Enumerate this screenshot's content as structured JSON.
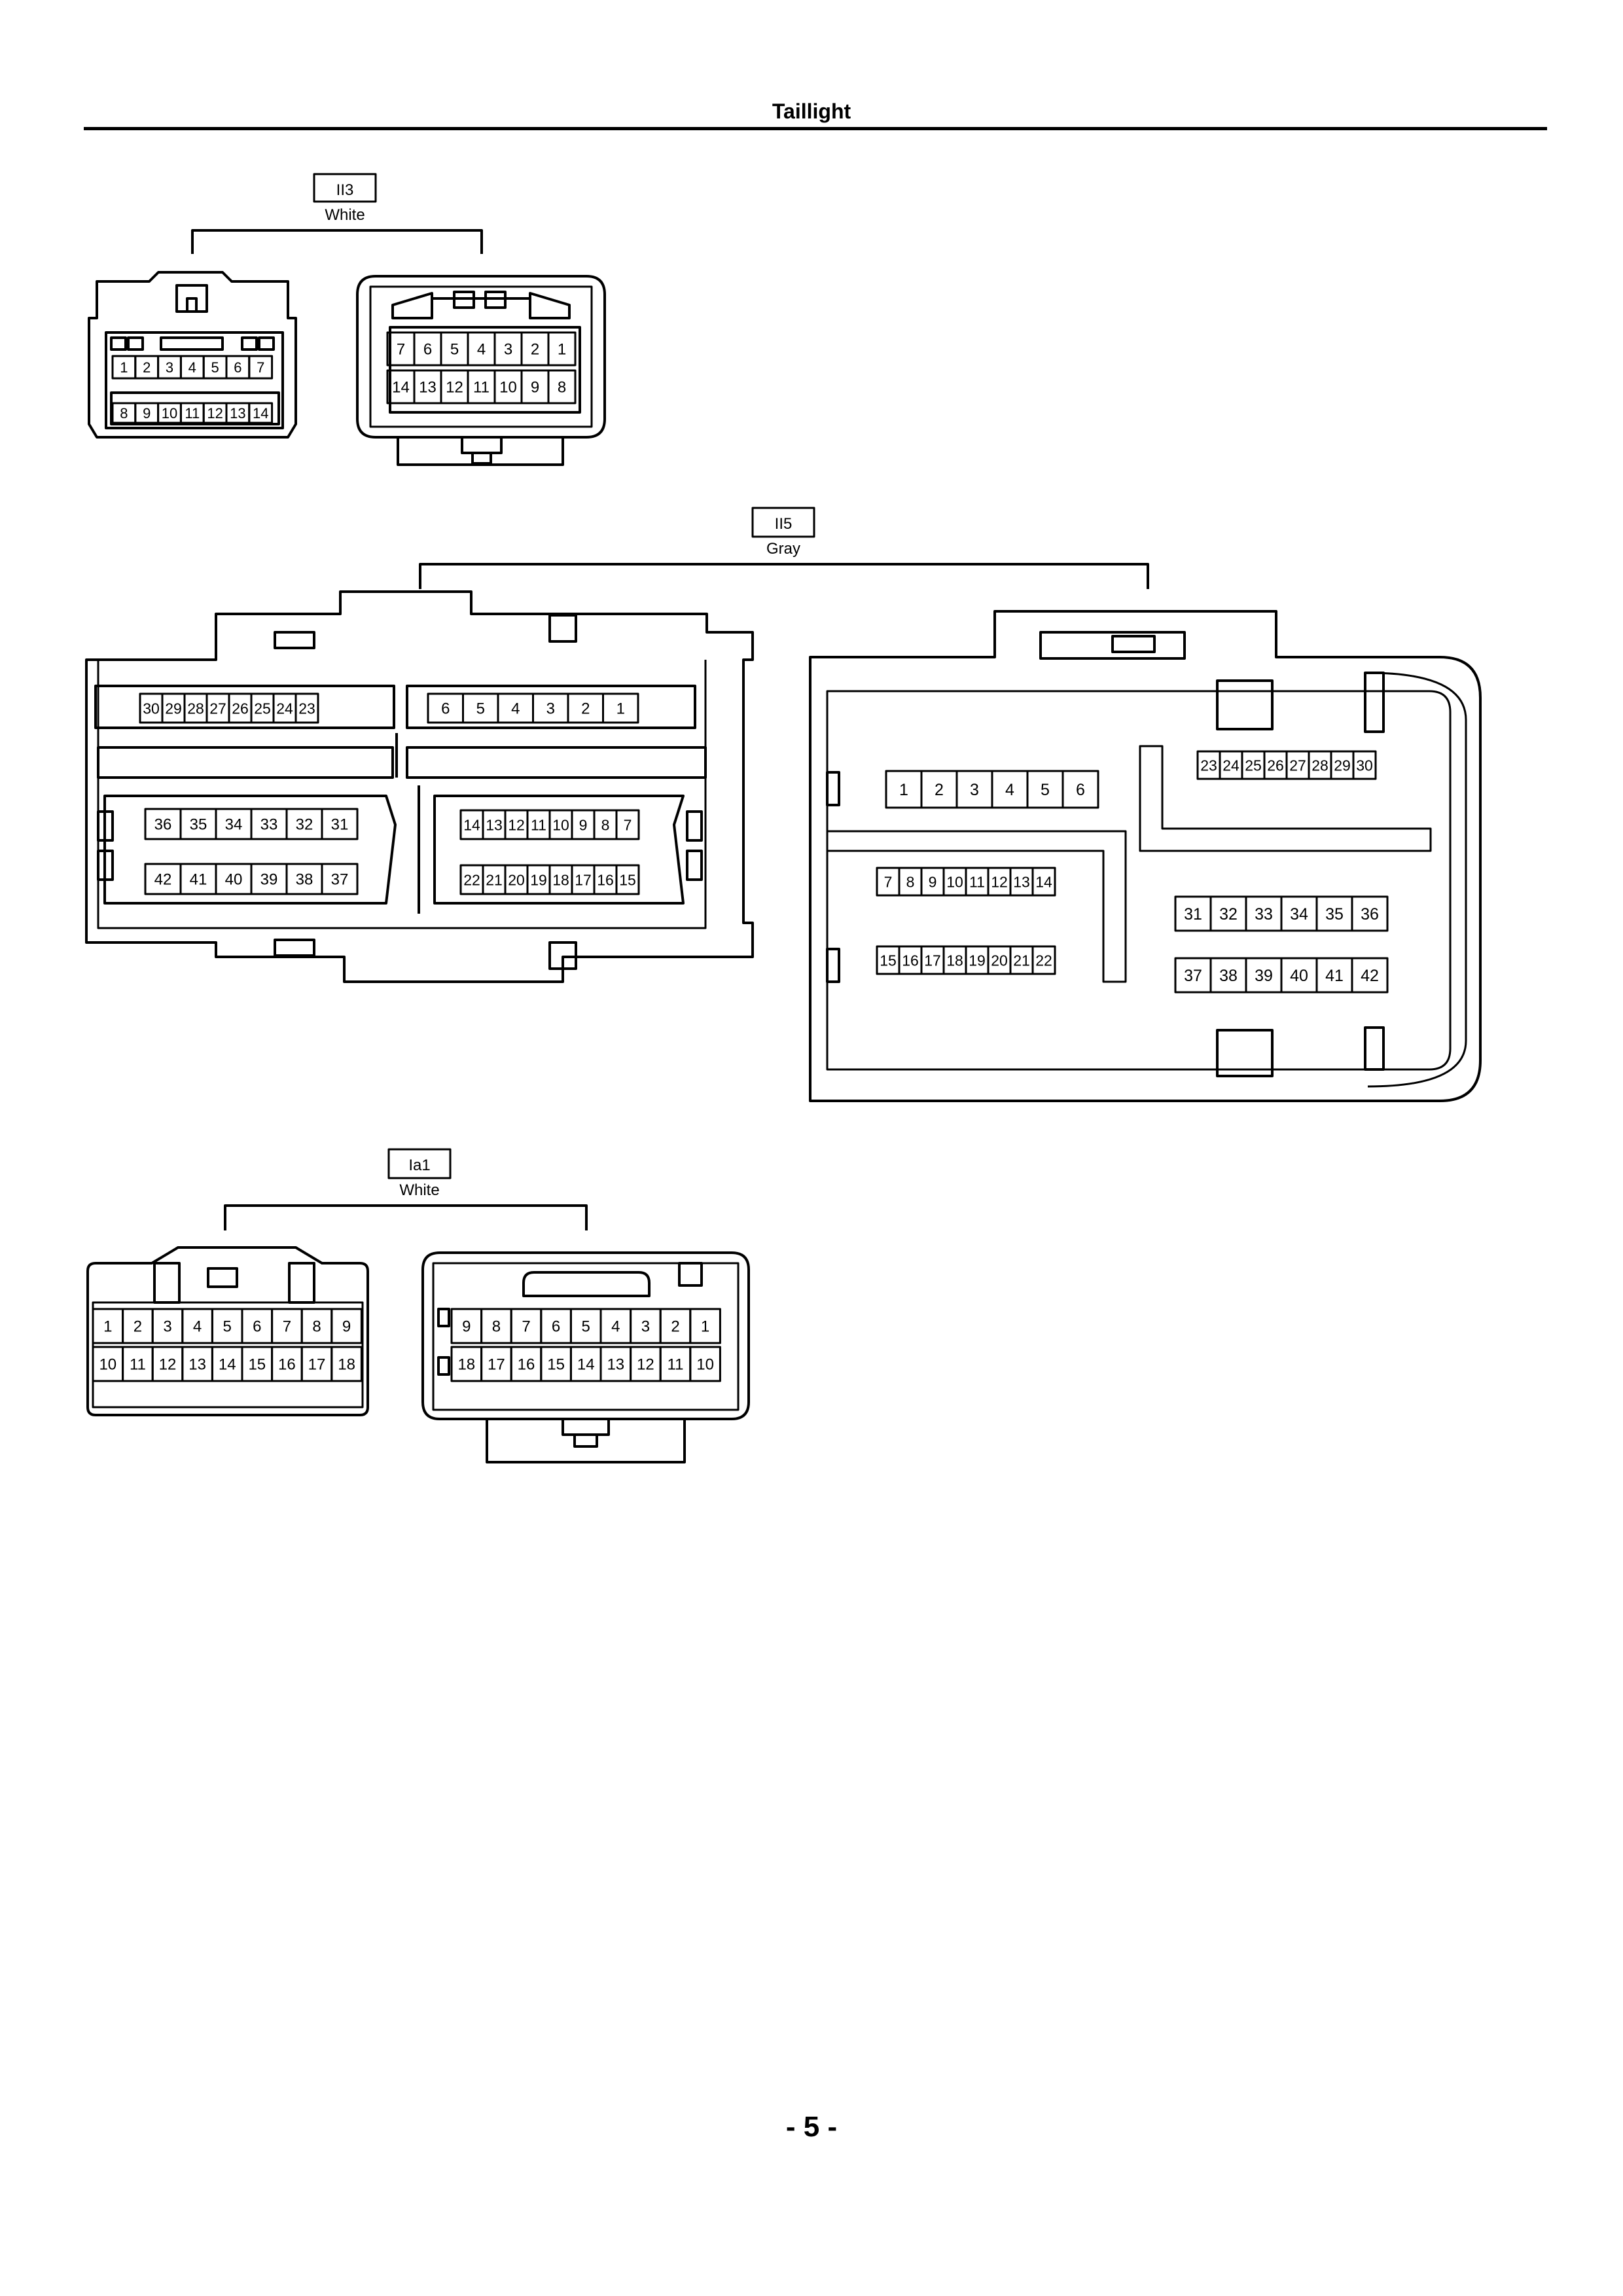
{
  "page": {
    "title": "Taillight",
    "page_number": "- 5 -"
  },
  "connectors": [
    {
      "code": "II3",
      "color": "White",
      "views": [
        {
          "rows": [
            [
              "1",
              "2",
              "3",
              "4",
              "5",
              "6",
              "7"
            ],
            [
              "8",
              "9",
              "10",
              "11",
              "12",
              "13",
              "14"
            ]
          ]
        },
        {
          "rows": [
            [
              "7",
              "6",
              "5",
              "4",
              "3",
              "2",
              "1"
            ],
            [
              "14",
              "13",
              "12",
              "11",
              "10",
              "9",
              "8"
            ]
          ]
        }
      ]
    },
    {
      "code": "II5",
      "color": "Gray",
      "views": [
        {
          "blocks": [
            [
              "30",
              "29",
              "28",
              "27",
              "26",
              "25",
              "24",
              "23"
            ],
            [
              "6",
              "5",
              "4",
              "3",
              "2",
              "1"
            ],
            [
              "36",
              "35",
              "34",
              "33",
              "32",
              "31"
            ],
            [
              "42",
              "41",
              "40",
              "39",
              "38",
              "37"
            ],
            [
              "14",
              "13",
              "12",
              "11",
              "10",
              "9",
              "8",
              "7"
            ],
            [
              "22",
              "21",
              "20",
              "19",
              "18",
              "17",
              "16",
              "15"
            ]
          ]
        },
        {
          "blocks": [
            [
              "1",
              "2",
              "3",
              "4",
              "5",
              "6"
            ],
            [
              "23",
              "24",
              "25",
              "26",
              "27",
              "28",
              "29",
              "30"
            ],
            [
              "7",
              "8",
              "9",
              "10",
              "11",
              "12",
              "13",
              "14"
            ],
            [
              "15",
              "16",
              "17",
              "18",
              "19",
              "20",
              "21",
              "22"
            ],
            [
              "31",
              "32",
              "33",
              "34",
              "35",
              "36"
            ],
            [
              "37",
              "38",
              "39",
              "40",
              "41",
              "42"
            ]
          ]
        }
      ]
    },
    {
      "code": "Ia1",
      "color": "White",
      "views": [
        {
          "rows": [
            [
              "1",
              "2",
              "3",
              "4",
              "5",
              "6",
              "7",
              "8",
              "9"
            ],
            [
              "10",
              "11",
              "12",
              "13",
              "14",
              "15",
              "16",
              "17",
              "18"
            ]
          ]
        },
        {
          "rows": [
            [
              "9",
              "8",
              "7",
              "6",
              "5",
              "4",
              "3",
              "2",
              "1"
            ],
            [
              "18",
              "17",
              "16",
              "15",
              "14",
              "13",
              "12",
              "11",
              "10"
            ]
          ]
        }
      ]
    }
  ]
}
